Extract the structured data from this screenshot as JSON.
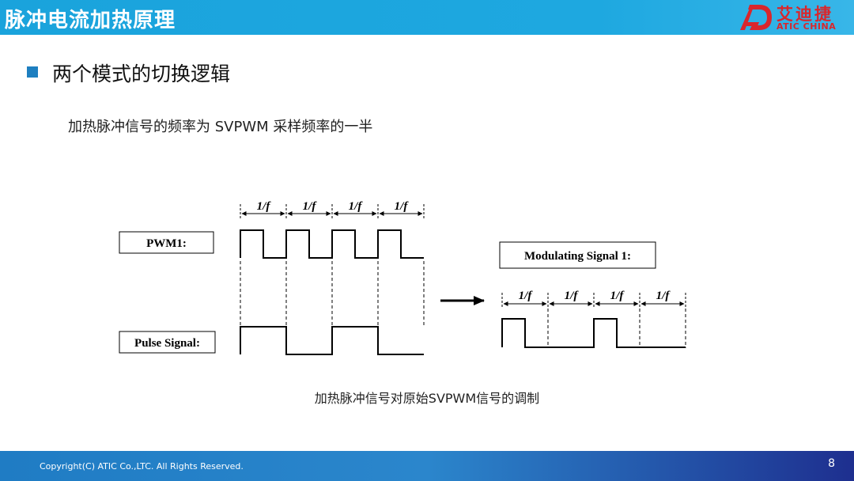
{
  "header": {
    "title": "脉冲电流加热原理",
    "logo_cn": "艾迪捷",
    "logo_en": "ATIC CHINA",
    "background_color": "#1ea8e0",
    "logo_color": "#d9262c"
  },
  "section": {
    "title": "两个模式的切换逻辑",
    "subtitle": "加热脉冲信号的频率为 SVPWM 采样频率的一半"
  },
  "diagram": {
    "period_label": "1/f",
    "left": {
      "labels": {
        "pwm1": "PWM1:",
        "pulse": "Pulse Signal:"
      },
      "pwm1_pattern": [
        1,
        0,
        1,
        0,
        1,
        0,
        1,
        0
      ],
      "pulse_pattern": [
        1,
        1,
        0,
        0,
        1,
        1,
        0,
        0
      ]
    },
    "right": {
      "label": "Modulating Signal 1:",
      "modulated_pattern": [
        1,
        0,
        0,
        0,
        1,
        0,
        0,
        0
      ]
    },
    "caption": "加热脉冲信号对原始SVPWM信号的调制"
  },
  "footer": {
    "copyright": "Copyright(C) ATIC Co.,LTC. All Rights Reserved.",
    "page_number": "8",
    "background_color": "#2b86cc"
  }
}
